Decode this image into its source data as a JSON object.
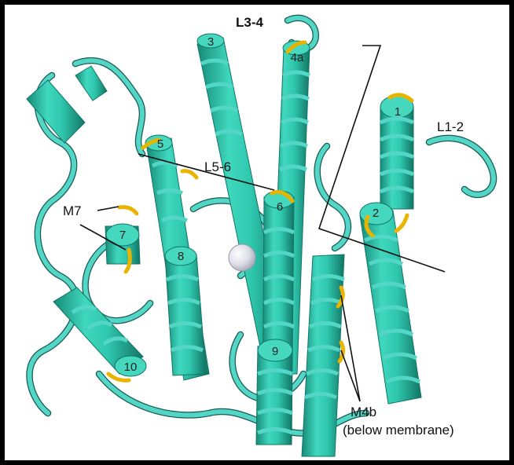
{
  "labels": {
    "loop_3_4": "L3-4",
    "loop_1_2": "L1-2",
    "loop_5_6": "L5-6",
    "m7": "M7",
    "m4b": "M4b",
    "m4b_note": "(below membrane)"
  },
  "helix_numbers": {
    "h1": "1",
    "h2": "2",
    "h3": "3",
    "h4a": "4a",
    "h5": "5",
    "h6": "6",
    "h7": "7",
    "h8": "8",
    "h9": "9",
    "h10": "10"
  },
  "colors": {
    "helix": "#2fc7ae",
    "helix_dark": "#1b8f7c",
    "coil": "#53d6c6",
    "highlight": "#e8b400",
    "ion": "#e6e6ee",
    "frame": "#000000",
    "background": "#ffffff"
  }
}
